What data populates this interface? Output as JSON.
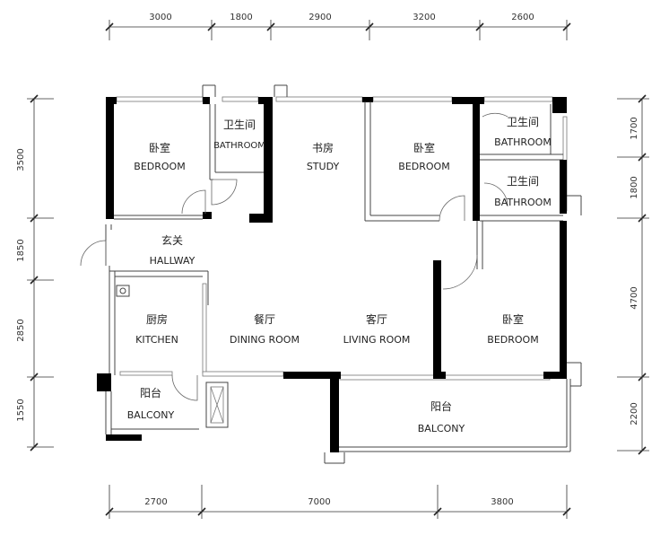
{
  "dimensions": {
    "top": [
      "3000",
      "1800",
      "2900",
      "3200",
      "2600"
    ],
    "bottom": [
      "2700",
      "7000",
      "3800"
    ],
    "left": [
      "3500",
      "1850",
      "2850",
      "1550"
    ],
    "right": [
      "1700",
      "1800",
      "4700",
      "2200"
    ]
  },
  "rooms": {
    "bedroom1": {
      "cn": "卧室",
      "en": "BEDROOM"
    },
    "bathroom1": {
      "cn": "卫生间",
      "en": "BATHROOM"
    },
    "study": {
      "cn": "书房",
      "en": "STUDY"
    },
    "bedroom2": {
      "cn": "卧室",
      "en": "BEDROOM"
    },
    "bathroom2": {
      "cn": "卫生间",
      "en": "BATHROOM"
    },
    "bathroom3": {
      "cn": "卫生间",
      "en": "BATHROOM"
    },
    "hallway": {
      "cn": "玄关",
      "en": "HALLWAY"
    },
    "kitchen": {
      "cn": "厨房",
      "en": "KITCHEN"
    },
    "dining": {
      "cn": "餐厅",
      "en": "DINING ROOM"
    },
    "living": {
      "cn": "客厅",
      "en": "LIVING ROOM"
    },
    "bedroom3": {
      "cn": "卧室",
      "en": "BEDROOM"
    },
    "balcony1": {
      "cn": "阳台",
      "en": "BALCONY"
    },
    "balcony2": {
      "cn": "阳台",
      "en": "BALCONY"
    }
  }
}
